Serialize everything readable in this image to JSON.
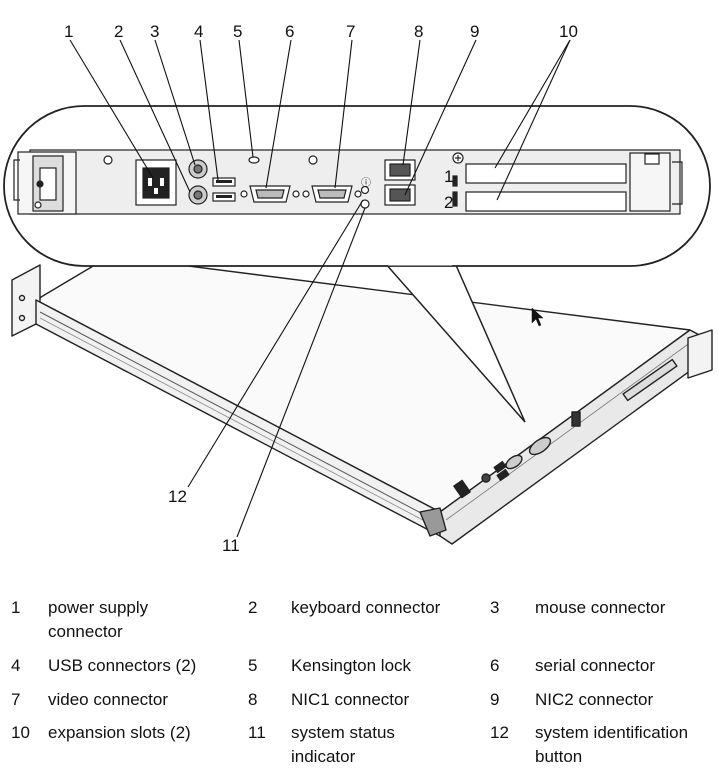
{
  "callouts": {
    "c1": "1",
    "c2": "2",
    "c3": "3",
    "c4": "4",
    "c5": "5",
    "c6": "6",
    "c7": "7",
    "c8": "8",
    "c9": "9",
    "c10": "10",
    "c11": "11",
    "c12": "12",
    "slot_1": "1",
    "slot_2": "2"
  },
  "legend": [
    [
      {
        "num": "1",
        "text": "power supply connector"
      },
      {
        "num": "2",
        "text": "keyboard connector"
      },
      {
        "num": "3",
        "text": "mouse connector"
      }
    ],
    [
      {
        "num": "4",
        "text": "USB connectors (2)"
      },
      {
        "num": "5",
        "text": "Kensington lock"
      },
      {
        "num": "6",
        "text": "serial connector"
      }
    ],
    [
      {
        "num": "7",
        "text": "video connector"
      },
      {
        "num": "8",
        "text": "NIC1 connector"
      },
      {
        "num": "9",
        "text": "NIC2 connector"
      }
    ],
    [
      {
        "num": "10",
        "text": "expansion slots (2)"
      },
      {
        "num": "11",
        "text": "system status indicator"
      },
      {
        "num": "12",
        "text": "system identification button"
      }
    ]
  ]
}
